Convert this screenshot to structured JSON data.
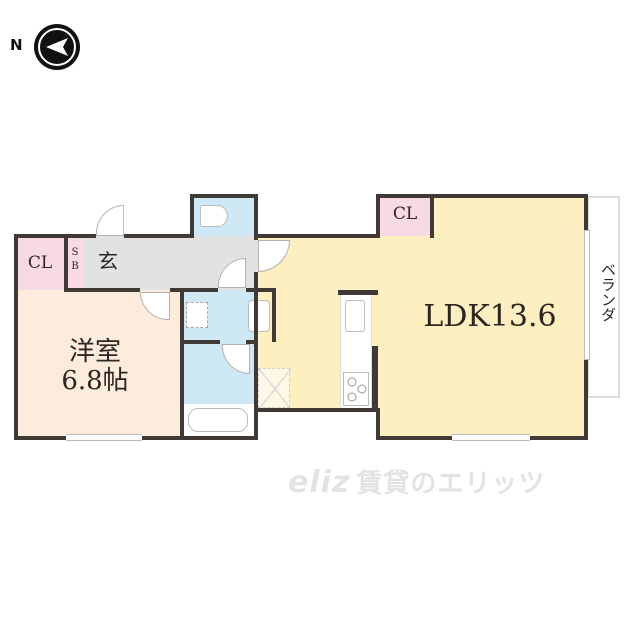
{
  "compass": {
    "north_label": "N",
    "icon": "north-arrow-icon"
  },
  "rooms": {
    "closet_left": {
      "label": "CL",
      "color": "#f8d9e6"
    },
    "shoe_box": {
      "label_line1": "S",
      "label_line2": "B",
      "color": "#f8d9e6"
    },
    "entrance": {
      "label": "玄",
      "color": "#e2e2e2"
    },
    "toilet": {
      "color": "#cfe8f6"
    },
    "western_room": {
      "label_line1": "洋室",
      "label_line2": "6.8帖",
      "color": "#fdebdc"
    },
    "washroom": {
      "color": "#cfe8f6"
    },
    "bathroom": {
      "color": "#cfe8f6"
    },
    "ldk": {
      "label": "LDK13.6",
      "color": "#fdefc0"
    },
    "closet_right": {
      "label": "CL",
      "color": "#f8d9e6"
    },
    "veranda": {
      "label": "ベランダ",
      "color": "#ffffff"
    }
  },
  "watermark": {
    "logo": "eliz",
    "text": "賃貸のエリッツ"
  },
  "colors": {
    "wall": "#3f3a36",
    "text": "#2b2622"
  }
}
